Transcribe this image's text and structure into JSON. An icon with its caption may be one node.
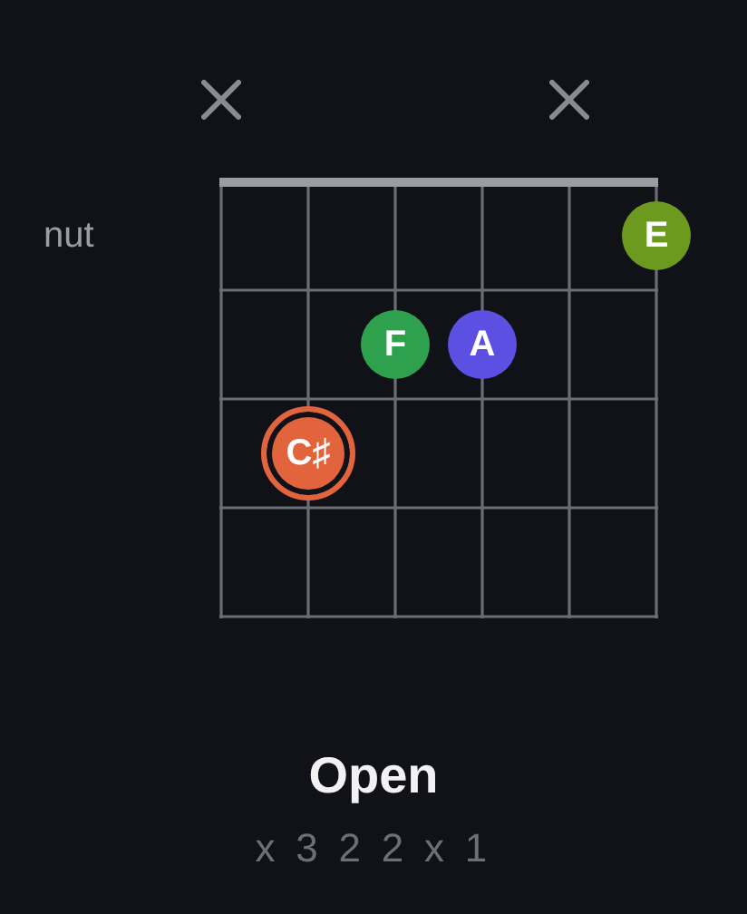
{
  "diagram": {
    "title": "Open",
    "nodes": [
      {
        "text": [
          "E"
        ]
      },
      {
        "text": [
          "F"
        ]
      },
      {
        "text": [
          "A"
        ]
      },
      {
        "text": [
          "C♯"
        ]
      }
    ],
    "labels": [
      "nut",
      "x 3 2 2 x 1"
    ]
  }
}
